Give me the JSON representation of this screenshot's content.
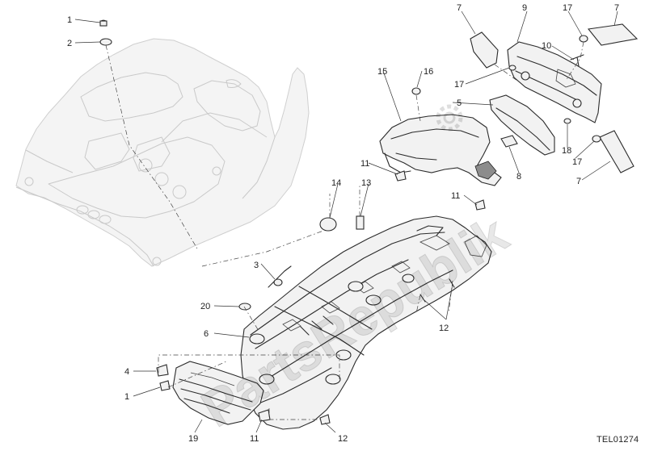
{
  "diagram": {
    "reference_code": "TEL01274",
    "watermark": "PartsRepublik",
    "callouts": [
      {
        "id": "c1a",
        "label": "1"
      },
      {
        "id": "c2",
        "label": "2"
      },
      {
        "id": "c7a",
        "label": "7"
      },
      {
        "id": "c9",
        "label": "9"
      },
      {
        "id": "c17a",
        "label": "17"
      },
      {
        "id": "c7b",
        "label": "7"
      },
      {
        "id": "c10",
        "label": "10"
      },
      {
        "id": "c15",
        "label": "15"
      },
      {
        "id": "c16",
        "label": "16"
      },
      {
        "id": "c17b",
        "label": "17"
      },
      {
        "id": "c5",
        "label": "5"
      },
      {
        "id": "c18",
        "label": "18"
      },
      {
        "id": "c17c",
        "label": "17"
      },
      {
        "id": "c8",
        "label": "8"
      },
      {
        "id": "c7c",
        "label": "7"
      },
      {
        "id": "c14",
        "label": "14"
      },
      {
        "id": "c11a",
        "label": "11"
      },
      {
        "id": "c13",
        "label": "13"
      },
      {
        "id": "c11b",
        "label": "11"
      },
      {
        "id": "c3",
        "label": "3"
      },
      {
        "id": "c20",
        "label": "20"
      },
      {
        "id": "c6",
        "label": "6"
      },
      {
        "id": "c12a",
        "label": "12"
      },
      {
        "id": "c4",
        "label": "4"
      },
      {
        "id": "c1b",
        "label": "1"
      },
      {
        "id": "c19",
        "label": "19"
      },
      {
        "id": "c11c",
        "label": "11"
      },
      {
        "id": "c12b",
        "label": "12"
      }
    ]
  }
}
